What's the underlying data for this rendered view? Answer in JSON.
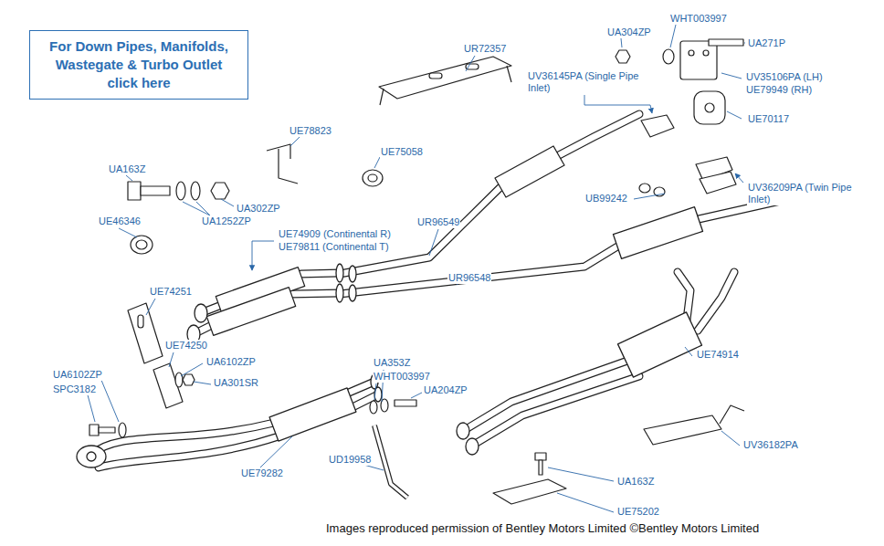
{
  "diagram": {
    "caption": "Images reproduced permission of Bentley Motors Limited ©Bentley Motors Limited",
    "nodes": [
      {
        "text": [
          "For Down Pipes, Manifolds, Wastegate & Turbo Outlet click here"
        ]
      }
    ],
    "labels": [
      "UR72357",
      "WHT003997",
      "UA304ZP",
      "UA271P",
      "UV36145PA (Single Pipe Inlet)",
      "UV35106PA (LH)",
      "UE79949 (RH)",
      "UE78823",
      "UE70117",
      "UE75058",
      "UA163Z",
      "UA302ZP",
      "UA1252ZP",
      "UB99242",
      "UV36209PA (Twin Pipe Inlet)",
      "UE46346",
      "UR96549",
      "UE74909 (Continental R)",
      "UE79811 (Continental T)",
      "UR96548",
      "UE74251",
      "UE74250",
      "UA6102ZP",
      "UA6102ZP",
      "SPC3182",
      "UA301SR",
      "UA353Z",
      "WHT003997",
      "UA204ZP",
      "UE74914",
      "UE79282",
      "UD19958",
      "UA163Z",
      "UV36182PA",
      "UE75202"
    ]
  }
}
